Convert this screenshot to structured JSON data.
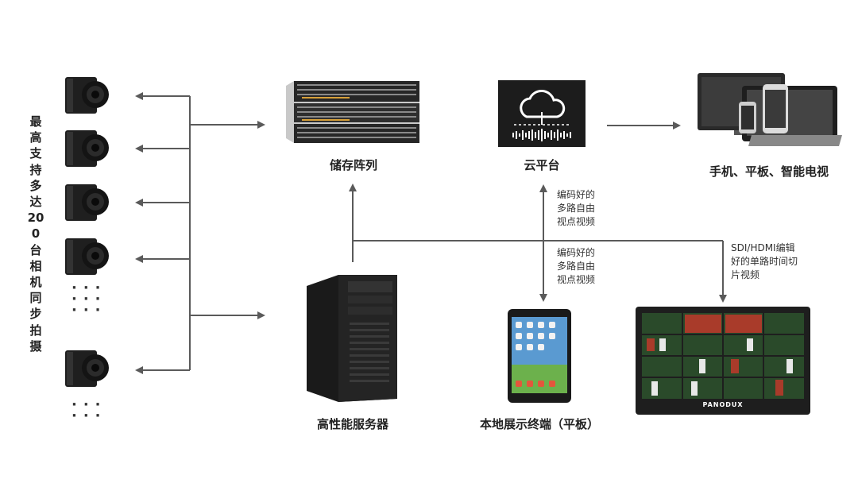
{
  "left_caption": "最高支持多达200台相机同步拍摄",
  "nodes": {
    "storage": "储存阵列",
    "cloud": "云平台",
    "devices": "手机、平板、智能电视",
    "server": "高性能服务器",
    "tablet": "本地展示终端（平板）"
  },
  "notes": {
    "cloud_link": "编码好的\n多路自由\n视点视频",
    "tablet_link": "编码好的\n多路自由\n视点视频",
    "monitor_link": "SDI/HDMI编辑\n好的单路时间切\n片视频"
  },
  "monitor_brand": "PANODUX",
  "camera_dots": "···",
  "icons": [
    "camera-icon",
    "storage-array-icon",
    "cloud-icon",
    "devices-icon",
    "server-tower-icon",
    "tablet-icon",
    "monitor-icon",
    "dots-icon"
  ],
  "colors": {
    "line": "#5a5a5a",
    "dark": "#1c1c1c"
  }
}
